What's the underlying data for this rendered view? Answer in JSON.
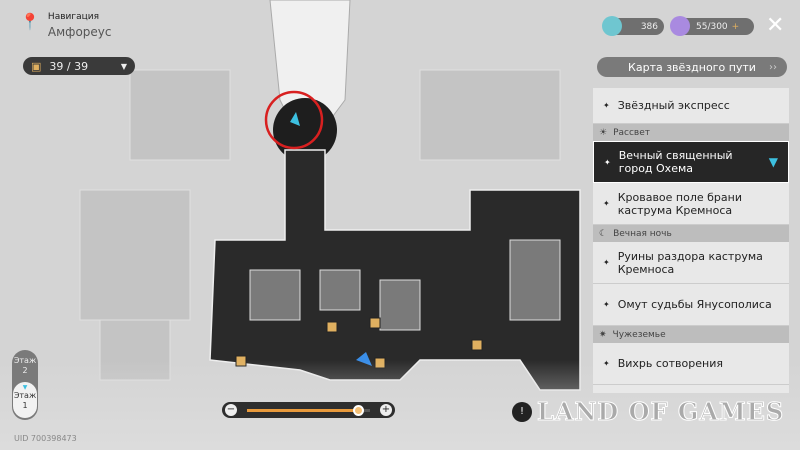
{
  "header": {
    "nav_label": "Навигация",
    "world": "Амфореус"
  },
  "chest_counter": {
    "value": "39 / 39"
  },
  "resources": [
    {
      "name": "stellar-jade",
      "value": "386",
      "color": "#6fc6d0"
    },
    {
      "name": "trailblaze-power",
      "value": "55/300",
      "color": "#a98ae0"
    }
  ],
  "star_map_button": "Карта звёздного пути",
  "locations": {
    "top": "Звёздный экспресс",
    "sections": [
      {
        "title": "Рассвет",
        "icon": "sun-icon",
        "items": [
          "Вечный священный город Охема",
          "Кровавое поле брани каструма Кремноса"
        ]
      },
      {
        "title": "Вечная ночь",
        "icon": "moon-icon",
        "items": [
          "Руины раздора каструма Кремноса",
          "Омут судьбы Янусополиса"
        ]
      },
      {
        "title": "Чужеземье",
        "icon": "star-burst-icon",
        "items": [
          "Вихрь сотворения"
        ]
      }
    ],
    "selected": "Вечный священный город Охема"
  },
  "floors": [
    {
      "label": "Этаж 2"
    },
    {
      "label": "Этаж 1",
      "active": true
    }
  ],
  "floor_labels": {
    "f2a": "Этаж",
    "f2b": "2",
    "f1a": "Этаж",
    "f1b": "1"
  },
  "zoom_level": 0.9,
  "uid": "UID 700398473",
  "watermark": "LAND OF GAMES",
  "colors": {
    "accent": "#e89a3c",
    "highlight": "#d82020",
    "marker": "#3dc0e0"
  }
}
